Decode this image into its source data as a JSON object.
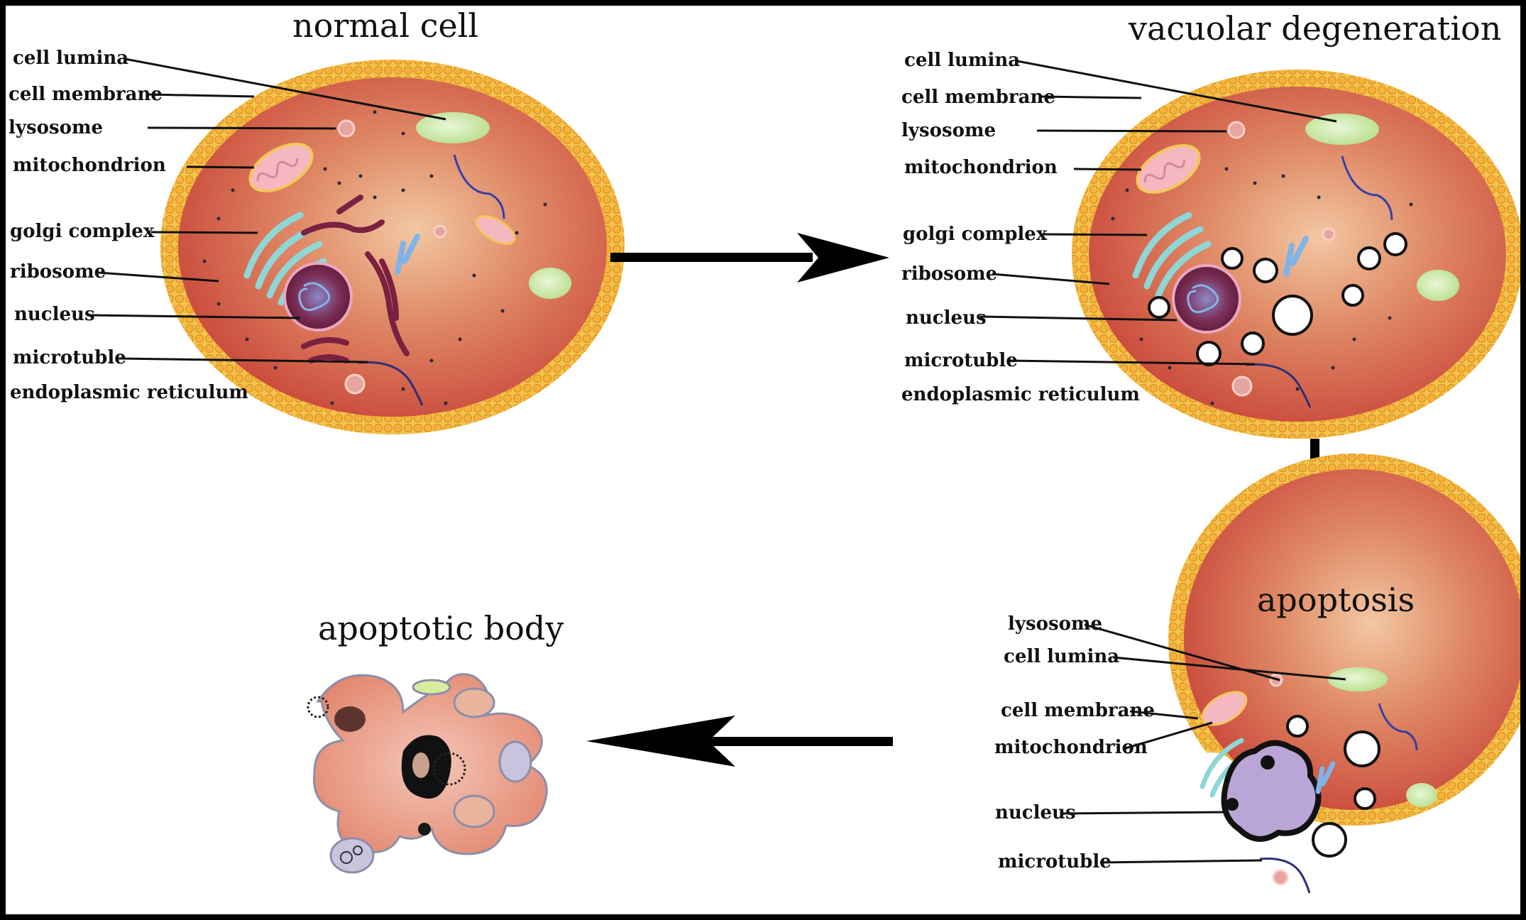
{
  "titles": {
    "normal": "normal cell",
    "vacuolar": "vacuolar degeneration",
    "apoptosis": "apoptosis",
    "apoptotic_body": "apoptotic body"
  },
  "normal_labels": {
    "cell_lumina": "cell lumina",
    "cell_membrane": "cell membrane",
    "lysosome": "lysosome",
    "mitochondrion": "mitochondrion",
    "golgi": "golgi complex",
    "ribosome": "ribosome",
    "nucleus": "nucleus",
    "microtuble": "microtuble",
    "er": "endoplasmic reticulum"
  },
  "vacuolar_labels": {
    "cell_lumina": "cell lumina",
    "cell_membrane": "cell membrane",
    "lysosome": "lysosome",
    "mitochondrion": "mitochondrion",
    "golgi": "golgi complex",
    "ribosome": "ribosome",
    "nucleus": "nucleus",
    "microtuble": "microtuble",
    "er": "endoplasmic reticulum"
  },
  "apoptosis_labels": {
    "lysosome": "lysosome",
    "cell_lumina": "cell lumina",
    "cell_membrane": "cell membrane",
    "mitochondrion": "mitochondrion",
    "nucleus": "nucleus",
    "microtuble": "microtuble"
  },
  "colors": {
    "cytoplasm": "#d9624a",
    "membrane": "#f2b640",
    "lumina": "#cdeaa8",
    "nucleus": "#7a2141",
    "nucleus_apoptotic": "#b9a6d6",
    "golgi": "#8fd6d6",
    "mitochondrion": "#f5b8c0",
    "arrow": "#000000"
  }
}
